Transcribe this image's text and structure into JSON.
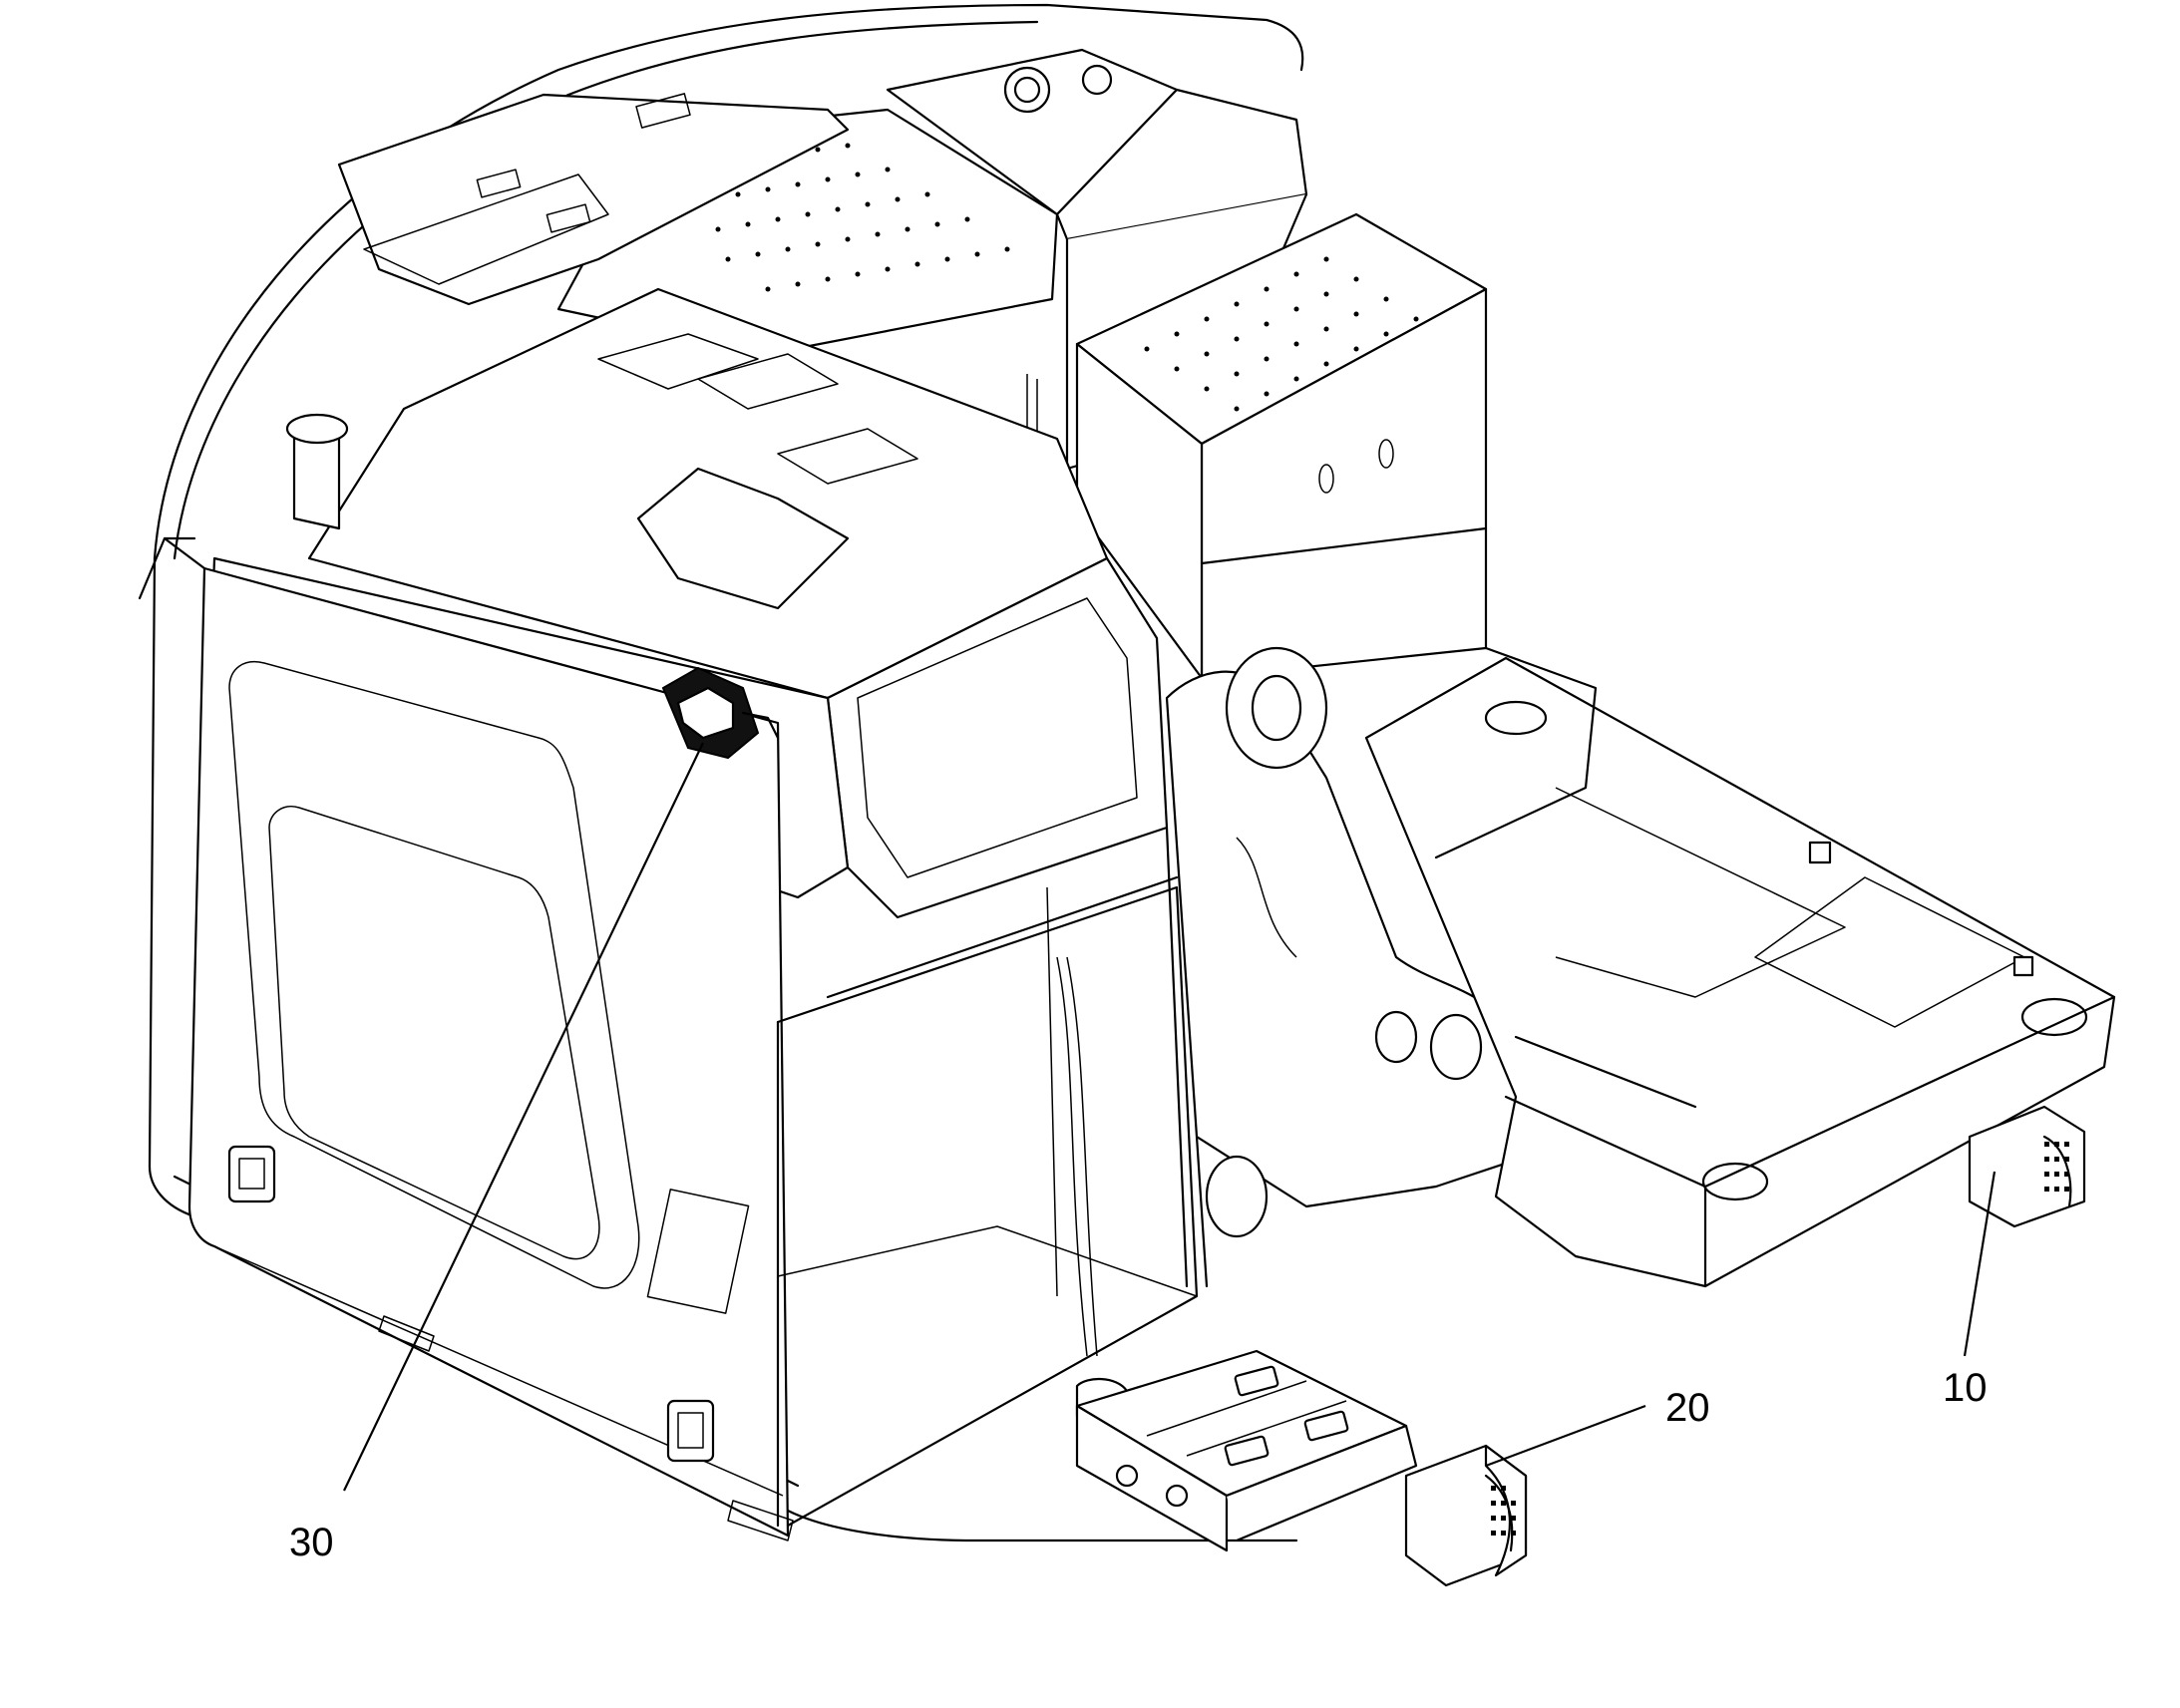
{
  "callouts": [
    {
      "id": "10",
      "label": "10"
    },
    {
      "id": "20",
      "label": "20"
    },
    {
      "id": "30",
      "label": "30"
    }
  ],
  "colors": {
    "line": "#000000",
    "background": "#ffffff"
  }
}
